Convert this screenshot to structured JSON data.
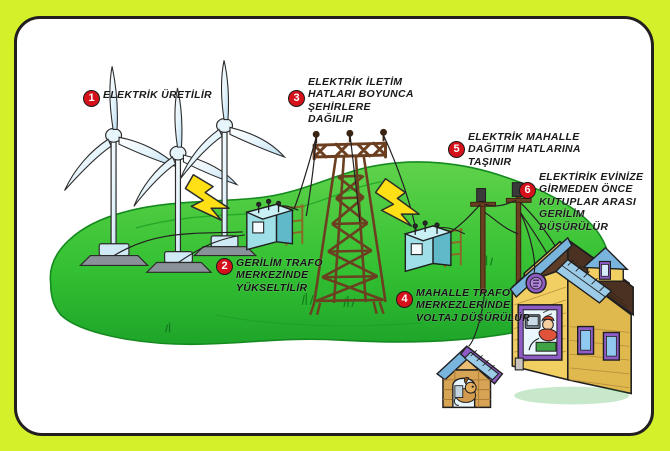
{
  "poster": {
    "title_visible": false,
    "background_color": "#d4f02a",
    "sheet_color": "#ffffff",
    "outline_color": "#231f20",
    "hill_color": "#3fc63f",
    "hill_shadow_color": "#23a327",
    "badge_color": "#d5111b",
    "bolt_color": "#ffe016",
    "transformer_color": "#9fe0e8",
    "tower_color": "#6b3f20",
    "house_wall_color": "#f2cf63",
    "house_roof_color": "#4b3121",
    "window_trim_color": "#8e5cc4",
    "window_glass_color": "#8fc9ef"
  },
  "callouts": [
    {
      "number": "1",
      "text": "ELEKTRİK ÜRETİLİR",
      "name": "callout-electricity-generated"
    },
    {
      "number": "2",
      "text": "GERİLİM TRAFO\nMERKEZİNDE\nYÜKSELTİLİR",
      "name": "callout-voltage-stepped-up"
    },
    {
      "number": "3",
      "text": "ELEKTRİK İLETİM\nHATLARI BOYUNCA\nŞEHİRLERE\nDAĞILIR",
      "name": "callout-transmission-lines"
    },
    {
      "number": "4",
      "text": "MAHALLE TRAFO\nMERKEZLERİNDE\nVOLTAJ DÜŞÜRÜLÜR",
      "name": "callout-neighborhood-transformer"
    },
    {
      "number": "5",
      "text": "ELEKTRİK MAHALLE\nDAĞITIM HATLARINA\nTAŞINIR",
      "name": "callout-distribution-lines"
    },
    {
      "number": "6",
      "text": "ELEKTİRİK EVİNİZE\nGİRMEDEN ÖNCE\nKUTUPLAR ARASI\nGERİLİM DÜŞÜRÜLÜR",
      "name": "callout-service-drop-voltage"
    }
  ],
  "scene": {
    "wind_turbines_count": 3,
    "transformer_boxes_count": 2,
    "transmission_towers_count": 1,
    "utility_poles_count": 2,
    "house_count": 1,
    "dog_house_count": 1,
    "lightning_bolts_count": 2,
    "icons": [
      "wind-turbine-icon",
      "transformer-box-icon",
      "transmission-tower-icon",
      "lightning-bolt-icon",
      "utility-pole-icon",
      "house-icon",
      "dog-house-icon",
      "electric-meter-icon"
    ]
  }
}
